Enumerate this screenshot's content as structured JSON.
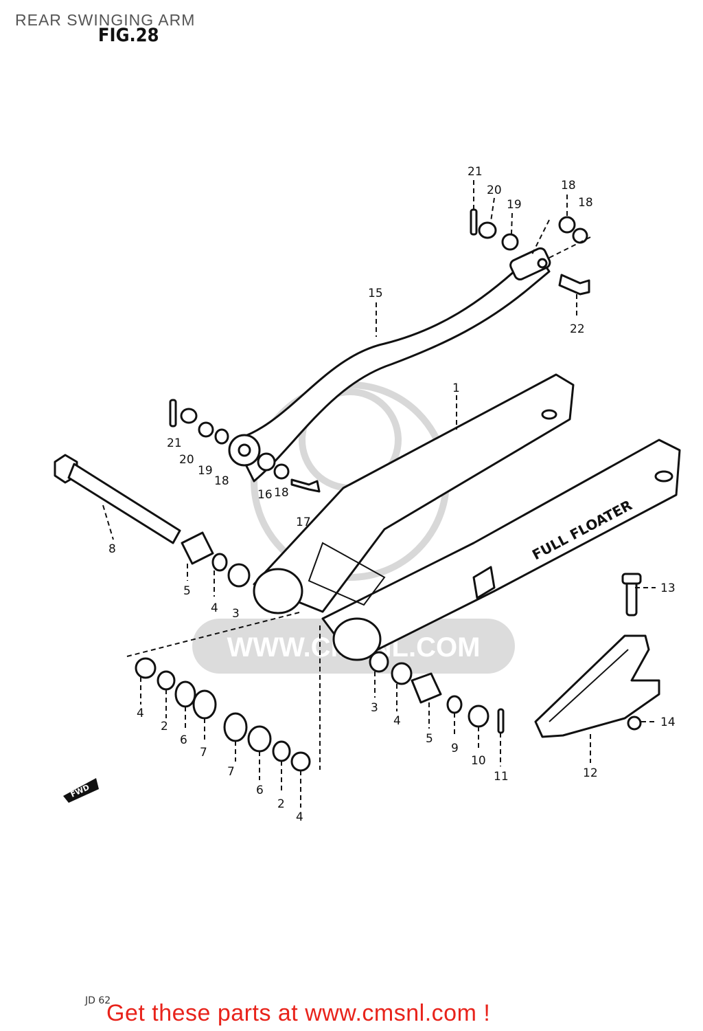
{
  "header": {
    "title": "REAR SWINGING ARM",
    "figure": "FIG.28"
  },
  "watermark": {
    "text": "WWW.CMSNL.COM"
  },
  "arm_marking": "FULL FLOATER",
  "fwd_marker": "FWD",
  "corner_code": "JD 62",
  "footer": {
    "text": "Get these parts at www.cmsnl.com !",
    "color": "#e8231b"
  },
  "callouts": [
    {
      "id": "c1",
      "label": "1"
    },
    {
      "id": "c2a",
      "label": "2"
    },
    {
      "id": "c2b",
      "label": "2"
    },
    {
      "id": "c3a",
      "label": "3"
    },
    {
      "id": "c3b",
      "label": "3"
    },
    {
      "id": "c4a",
      "label": "4"
    },
    {
      "id": "c4b",
      "label": "4"
    },
    {
      "id": "c4c",
      "label": "4"
    },
    {
      "id": "c4d",
      "label": "4"
    },
    {
      "id": "c5a",
      "label": "5"
    },
    {
      "id": "c5b",
      "label": "5"
    },
    {
      "id": "c6a",
      "label": "6"
    },
    {
      "id": "c6b",
      "label": "6"
    },
    {
      "id": "c7a",
      "label": "7"
    },
    {
      "id": "c7b",
      "label": "7"
    },
    {
      "id": "c8",
      "label": "8"
    },
    {
      "id": "c9",
      "label": "9"
    },
    {
      "id": "c10",
      "label": "10"
    },
    {
      "id": "c11",
      "label": "11"
    },
    {
      "id": "c12",
      "label": "12"
    },
    {
      "id": "c13",
      "label": "13"
    },
    {
      "id": "c14",
      "label": "14"
    },
    {
      "id": "c15",
      "label": "15"
    },
    {
      "id": "c16",
      "label": "16"
    },
    {
      "id": "c17",
      "label": "17"
    },
    {
      "id": "c18a",
      "label": "18"
    },
    {
      "id": "c18b",
      "label": "18"
    },
    {
      "id": "c18c",
      "label": "18"
    },
    {
      "id": "c18d",
      "label": "18"
    },
    {
      "id": "c19a",
      "label": "19"
    },
    {
      "id": "c19b",
      "label": "19"
    },
    {
      "id": "c20a",
      "label": "20"
    },
    {
      "id": "c20b",
      "label": "20"
    },
    {
      "id": "c21a",
      "label": "21"
    },
    {
      "id": "c21b",
      "label": "21"
    },
    {
      "id": "c22",
      "label": "22"
    }
  ]
}
